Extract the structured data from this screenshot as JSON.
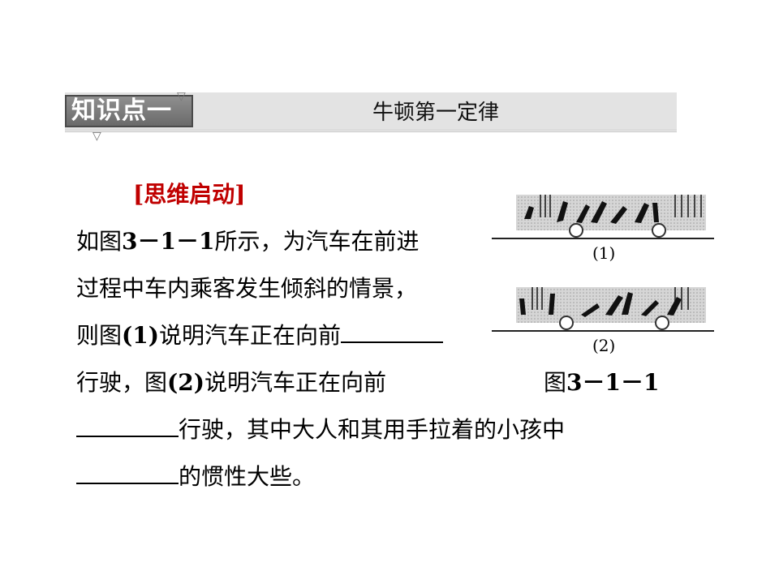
{
  "header": {
    "badge": "知识点一",
    "title": "牛顿第一定律"
  },
  "body": {
    "heading": "[思维启动]",
    "line1_pre": "如图",
    "line1_ref": "3－1－1",
    "line1_post": "所示，为汽车在前进",
    "line2": "过程中车内乘客发生倾斜的情景，",
    "line3_pre": "则图",
    "line3_ref": "(1)",
    "line3_post": "说明汽车正在向前",
    "line4_pre": "行驶，图",
    "line4_ref": "(2)",
    "line4_post": "说明汽车正在向前",
    "line5_post": "行驶，其中大人和其用手拉着的小孩中",
    "line6_post": "的惯性大些。"
  },
  "figure": {
    "label_1": "(1)",
    "label_2": "(2)",
    "caption_pre": "图",
    "caption_ref": "3－1－1"
  }
}
